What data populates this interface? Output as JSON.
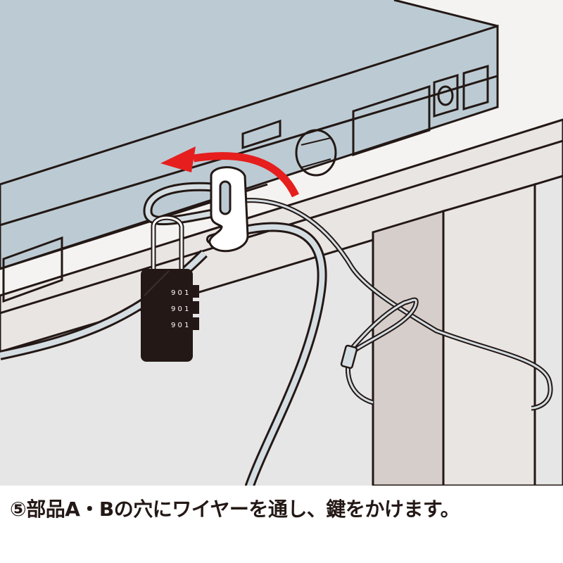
{
  "caption": {
    "step_number": "⑤",
    "text": "部品A・Bの穴にワイヤーを通し、鍵をかけます。"
  },
  "padlock": {
    "dials": [
      {
        "digits": "9 0 1"
      },
      {
        "digits": "9 0 1"
      },
      {
        "digits": "9 0 1"
      }
    ]
  },
  "colors": {
    "device_body": "#bccbd3",
    "desk_top": "#f4f3f1",
    "desk_edge": "#e9e5e2",
    "desk_leg": "#d6ceca",
    "wall": "#e6e6e6",
    "outline": "#231815",
    "arrow": "#e61e1e",
    "wire": "#d4dde2",
    "padlock": "#231815"
  },
  "icons": {
    "arrow": "curved-arrow-left",
    "lock": "combination-padlock",
    "anchor": "cable-anchor-part"
  }
}
